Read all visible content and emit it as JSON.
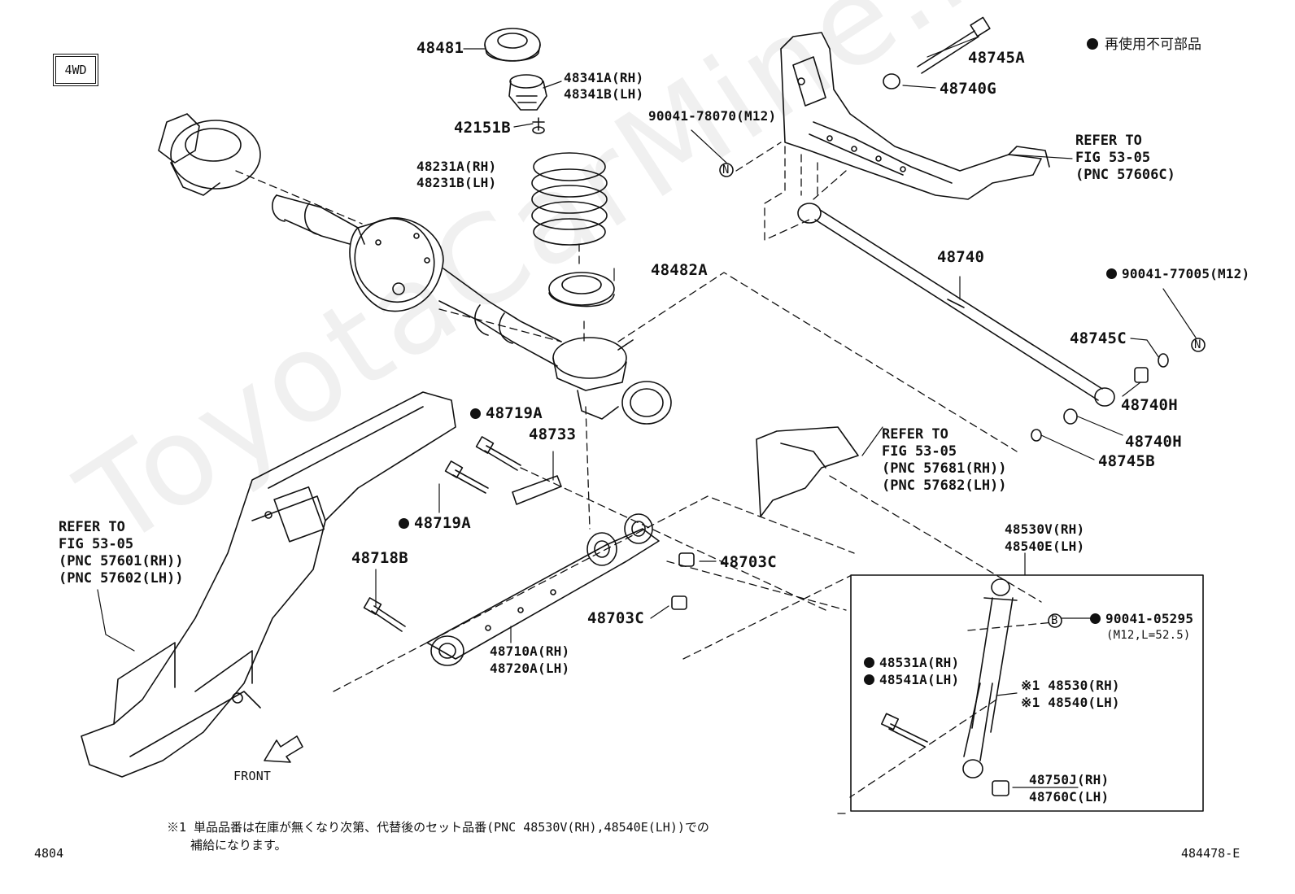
{
  "watermark": "ToyotaCarMine.ru",
  "badge": "4WD",
  "legend": {
    "label": "再使用不可部品"
  },
  "parts": {
    "p48481": "48481",
    "p48341a": "48341A(RH)",
    "p48341b": "48341B(LH)",
    "p42151b": "42151B",
    "p48231a": "48231A(RH)",
    "p48231b": "48231B(LH)",
    "p48482a": "48482A",
    "p48745a": "48745A",
    "p48740g": "48740G",
    "p90041_78070": "90041-78070(M12)",
    "p48740": "48740",
    "p90041_77005": "90041-77005(M12)",
    "p48745c": "48745C",
    "p48740h_1": "48740H",
    "p48740h_2": "48740H",
    "p48745b": "48745B",
    "p48719a_1": "48719A",
    "p48733": "48733",
    "p48719a_2": "48719A",
    "p48718b": "48718B",
    "p48703c_1": "48703C",
    "p48703c_2": "48703C",
    "p48710a": "48710A(RH)",
    "p48720a": "48720A(LH)",
    "p48530v": "48530V(RH)",
    "p48540e": "48540E(LH)",
    "p90041_05295": "90041-05295",
    "p90041_05295_spec": "(M12,L=52.5)",
    "p48531a": "48531A(RH)",
    "p48541a": "48541A(LH)",
    "p48530": "※1 48530(RH)",
    "p48540": "※1 48540(LH)",
    "p48750j": "48750J(RH)",
    "p48760c": "48760C(LH)",
    "front": "FRONT",
    "circle_n": "N",
    "circle_b": "B"
  },
  "refs": {
    "ref1": {
      "l1": "REFER TO",
      "l2": "FIG 53-05",
      "l3": "(PNC 57606C)"
    },
    "ref2": {
      "l1": "REFER TO",
      "l2": "FIG 53-05",
      "l3": "(PNC 57681(RH))",
      "l4": "(PNC 57682(LH))"
    },
    "ref3": {
      "l1": "REFER TO",
      "l2": "FIG 53-05",
      "l3": "(PNC 57601(RH))",
      "l4": "(PNC 57602(LH))"
    }
  },
  "note": {
    "line1": "※1 単品品番は在庫が無くなり次第、代替後のセット品番(PNC 48530V(RH),48540E(LH))での",
    "line2": "補給になります。"
  },
  "footer": {
    "left": "4804",
    "right": "484478-E"
  }
}
